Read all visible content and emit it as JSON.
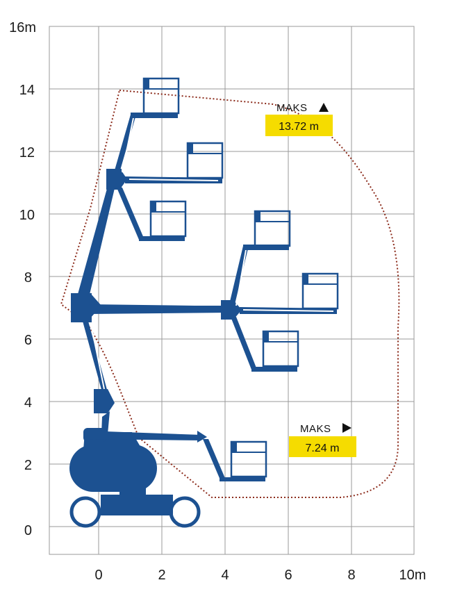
{
  "axes": {
    "y_ticks": [
      "0",
      "2",
      "4",
      "6",
      "8",
      "10",
      "12",
      "14",
      "16m"
    ],
    "x_ticks": [
      "0",
      "2",
      "4",
      "6",
      "8",
      "10m"
    ]
  },
  "annotations": {
    "height": {
      "label": "MAKS",
      "value": "13.72 m",
      "icon": "triangle-up-icon"
    },
    "outreach": {
      "label": "MAKS",
      "value": "7.24 m",
      "icon": "triangle-right-icon"
    }
  },
  "colors": {
    "machine": "#1c5191",
    "grid": "#9a9a9a",
    "envelope": "#8b2a1a",
    "badge": "#f5dc00"
  }
}
